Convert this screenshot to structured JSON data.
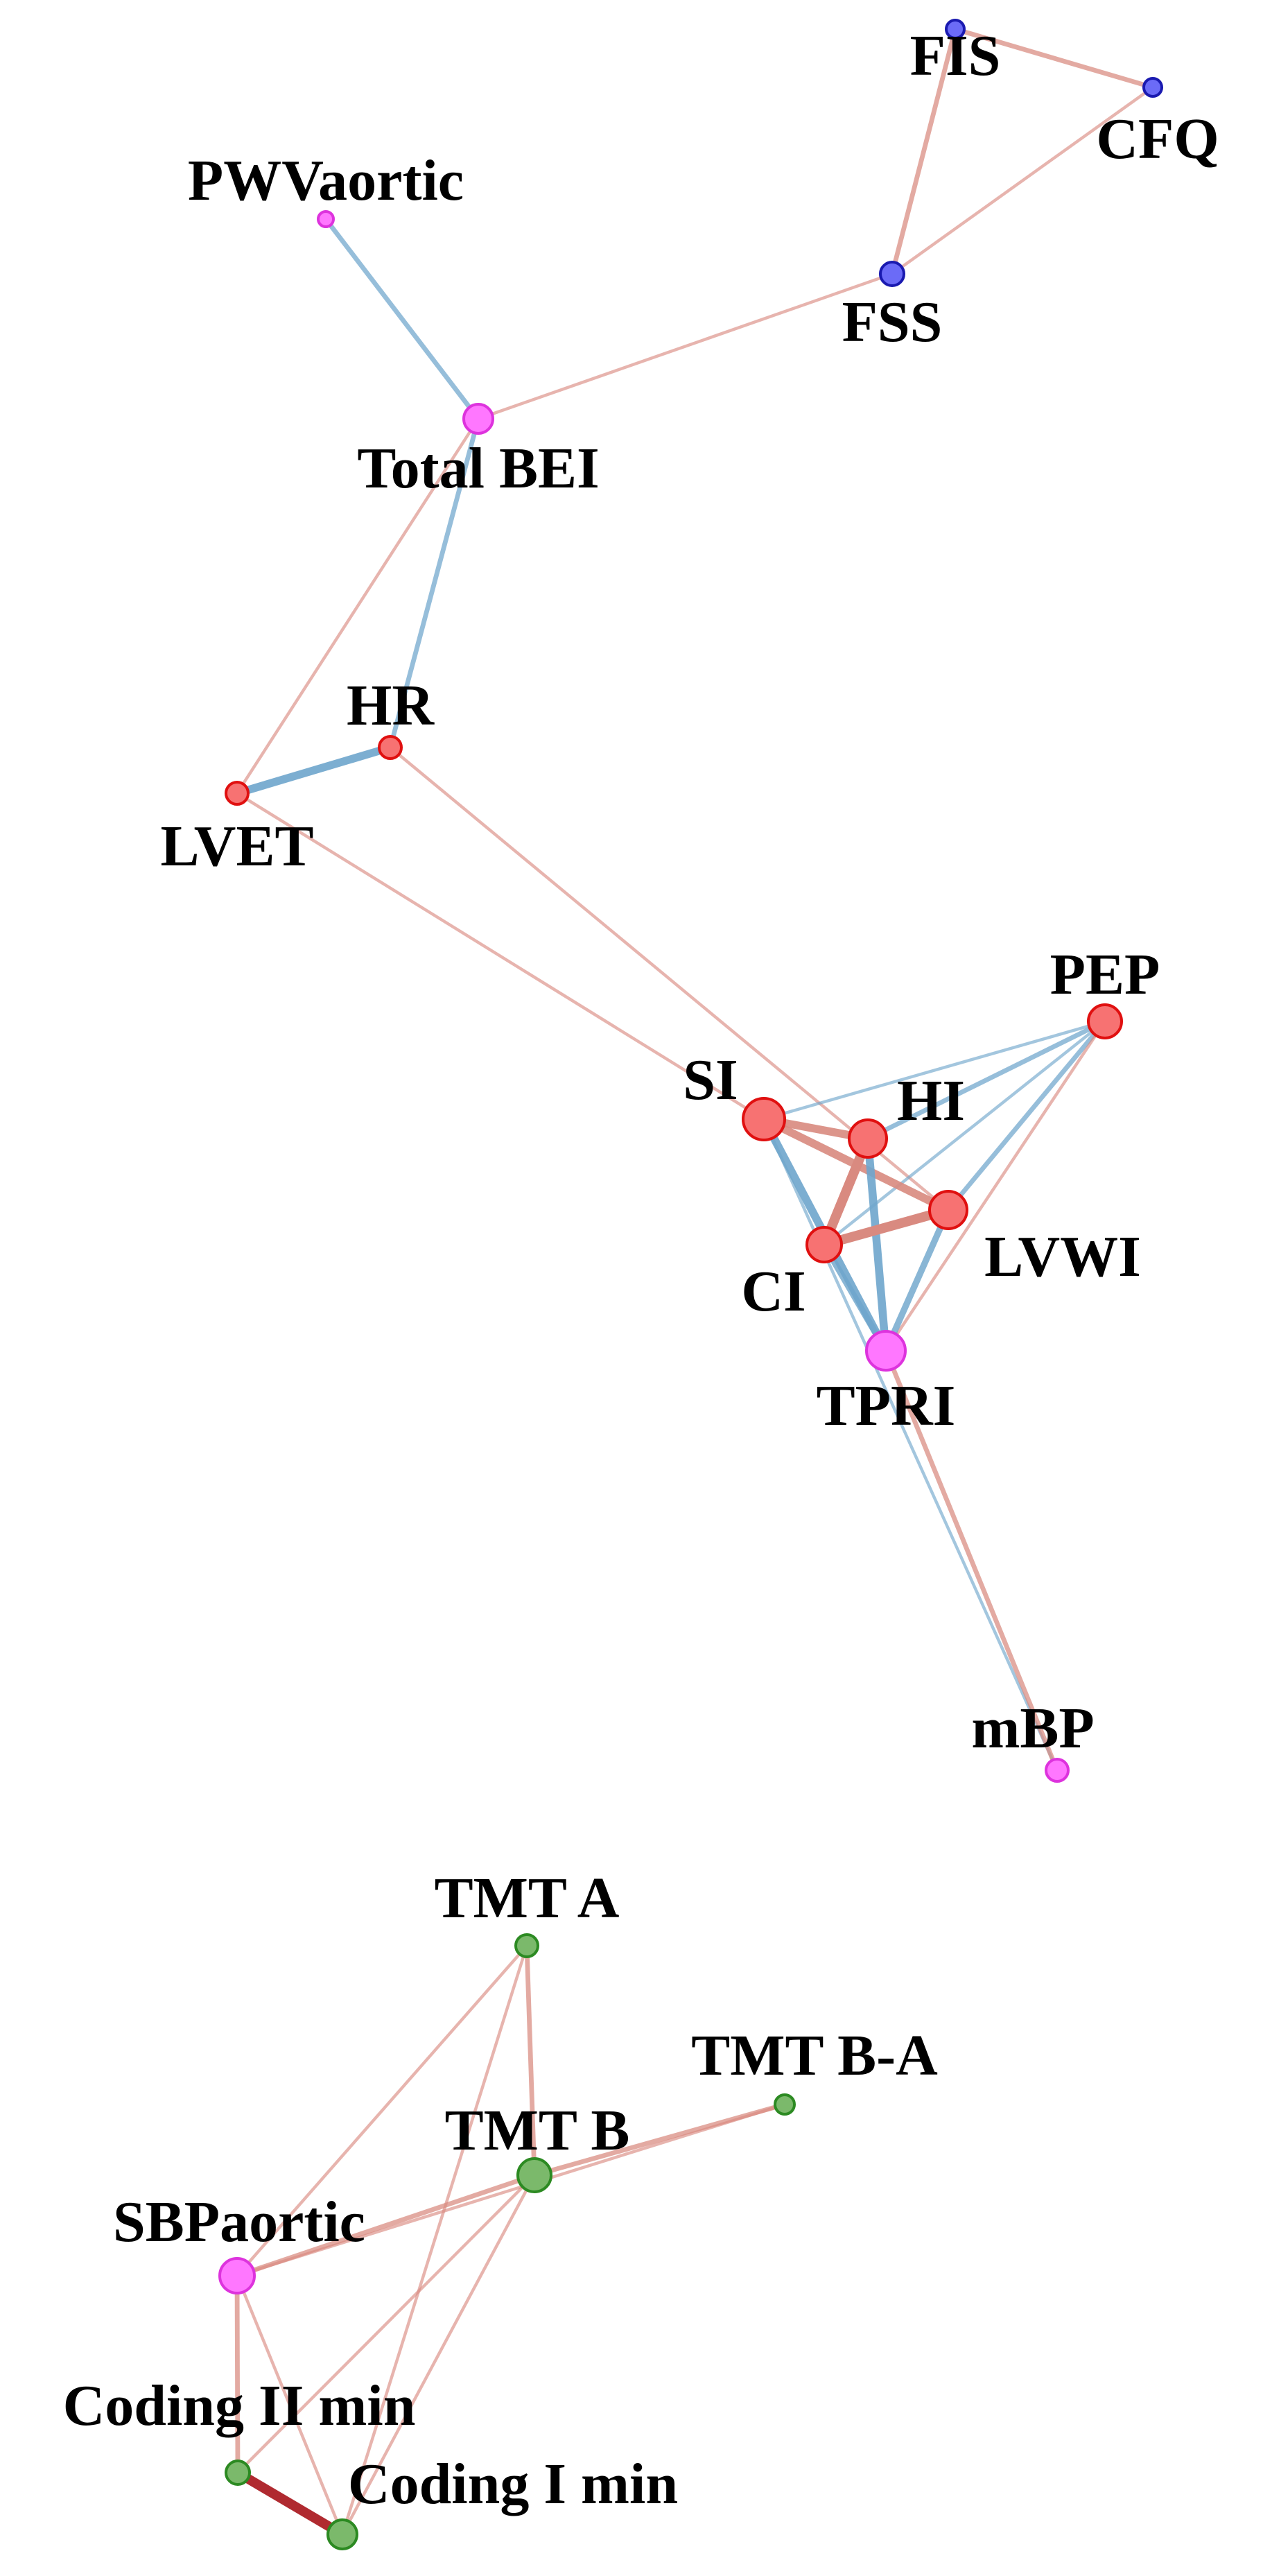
{
  "colors": {
    "positive_edge": "#d98a80",
    "positive_edge_strong": "#b02a30",
    "negative_edge": "#6fa6cc",
    "cardio": "#f77272",
    "cardio_stroke": "#e01010",
    "vascular": "#ff77ff",
    "vascular_stroke": "#dd33dd",
    "fatigue": "#6b6bf7",
    "fatigue_stroke": "#1a1ab0",
    "cognitive": "#7bb96b",
    "cognitive_stroke": "#2c8a22"
  },
  "nodes": [
    {
      "id": "FIS",
      "label": "FIS",
      "group": "fatigue"
    },
    {
      "id": "CFQ",
      "label": "CFQ",
      "group": "fatigue"
    },
    {
      "id": "FSS",
      "label": "FSS",
      "group": "fatigue"
    },
    {
      "id": "PWVaortic",
      "label": "PWVaortic",
      "group": "vascular"
    },
    {
      "id": "TotalBEI",
      "label": "Total BEI",
      "group": "vascular"
    },
    {
      "id": "HR",
      "label": "HR",
      "group": "cardio"
    },
    {
      "id": "LVET",
      "label": "LVET",
      "group": "cardio"
    },
    {
      "id": "PEP",
      "label": "PEP",
      "group": "cardio"
    },
    {
      "id": "SI",
      "label": "SI",
      "group": "cardio"
    },
    {
      "id": "HI",
      "label": "HI",
      "group": "cardio"
    },
    {
      "id": "LVWI",
      "label": "LVWI",
      "group": "cardio"
    },
    {
      "id": "CI",
      "label": "CI",
      "group": "cardio"
    },
    {
      "id": "TPRI",
      "label": "TPRI",
      "group": "vascular"
    },
    {
      "id": "mBP",
      "label": "mBP",
      "group": "vascular"
    },
    {
      "id": "TMTA",
      "label": "TMT A",
      "group": "cognitive"
    },
    {
      "id": "TMTBA",
      "label": "TMT B-A",
      "group": "cognitive"
    },
    {
      "id": "TMTB",
      "label": "TMT B",
      "group": "cognitive"
    },
    {
      "id": "SBPaortic",
      "label": "SBPaortic",
      "group": "vascular"
    },
    {
      "id": "CodingII",
      "label": "Coding II min",
      "group": "cognitive"
    },
    {
      "id": "CodingI",
      "label": "Coding I min",
      "group": "cognitive"
    }
  ],
  "edges": [
    {
      "source": "FIS",
      "target": "CFQ",
      "sign": "positive",
      "weight": 2
    },
    {
      "source": "FIS",
      "target": "FSS",
      "sign": "positive",
      "weight": 2
    },
    {
      "source": "CFQ",
      "target": "FSS",
      "sign": "positive",
      "weight": 1
    },
    {
      "source": "FSS",
      "target": "TotalBEI",
      "sign": "positive",
      "weight": 1
    },
    {
      "source": "PWVaortic",
      "target": "TotalBEI",
      "sign": "negative",
      "weight": 2
    },
    {
      "source": "TotalBEI",
      "target": "HR",
      "sign": "negative",
      "weight": 2
    },
    {
      "source": "TotalBEI",
      "target": "LVET",
      "sign": "positive",
      "weight": 1
    },
    {
      "source": "HR",
      "target": "LVET",
      "sign": "negative",
      "weight": 4
    },
    {
      "source": "HR",
      "target": "LVWI",
      "sign": "positive",
      "weight": 1
    },
    {
      "source": "LVET",
      "target": "SI",
      "sign": "positive",
      "weight": 1
    },
    {
      "source": "PEP",
      "target": "SI",
      "sign": "negative",
      "weight": 1
    },
    {
      "source": "PEP",
      "target": "HI",
      "sign": "negative",
      "weight": 2
    },
    {
      "source": "PEP",
      "target": "CI",
      "sign": "negative",
      "weight": 1
    },
    {
      "source": "PEP",
      "target": "LVWI",
      "sign": "negative",
      "weight": 2
    },
    {
      "source": "PEP",
      "target": "TPRI",
      "sign": "positive",
      "weight": 1
    },
    {
      "source": "SI",
      "target": "HI",
      "sign": "positive",
      "weight": 4
    },
    {
      "source": "SI",
      "target": "LVWI",
      "sign": "positive",
      "weight": 4
    },
    {
      "source": "SI",
      "target": "TPRI",
      "sign": "negative",
      "weight": 4
    },
    {
      "source": "SI",
      "target": "mBP",
      "sign": "negative",
      "weight": 1
    },
    {
      "source": "HI",
      "target": "CI",
      "sign": "positive",
      "weight": 5
    },
    {
      "source": "HI",
      "target": "TPRI",
      "sign": "negative",
      "weight": 4
    },
    {
      "source": "CI",
      "target": "LVWI",
      "sign": "positive",
      "weight": 5
    },
    {
      "source": "CI",
      "target": "TPRI",
      "sign": "negative",
      "weight": 3
    },
    {
      "source": "LVWI",
      "target": "TPRI",
      "sign": "negative",
      "weight": 3
    },
    {
      "source": "TPRI",
      "target": "mBP",
      "sign": "positive",
      "weight": 2
    },
    {
      "source": "TMTA",
      "target": "TMTB",
      "sign": "positive",
      "weight": 2
    },
    {
      "source": "TMTA",
      "target": "SBPaortic",
      "sign": "positive",
      "weight": 1
    },
    {
      "source": "TMTA",
      "target": "CodingI",
      "sign": "positive",
      "weight": 1
    },
    {
      "source": "TMTB",
      "target": "TMTBA",
      "sign": "positive",
      "weight": 2
    },
    {
      "source": "TMTB",
      "target": "SBPaortic",
      "sign": "positive",
      "weight": 2
    },
    {
      "source": "TMTB",
      "target": "CodingII",
      "sign": "positive",
      "weight": 1
    },
    {
      "source": "TMTB",
      "target": "CodingI",
      "sign": "positive",
      "weight": 1
    },
    {
      "source": "SBPaortic",
      "target": "CodingII",
      "sign": "positive",
      "weight": 2
    },
    {
      "source": "SBPaortic",
      "target": "CodingI",
      "sign": "positive",
      "weight": 1
    },
    {
      "source": "SBPaortic",
      "target": "TMTBA",
      "sign": "positive",
      "weight": 1
    },
    {
      "source": "CodingII",
      "target": "CodingI",
      "sign": "positive_strong",
      "weight": 5
    }
  ]
}
